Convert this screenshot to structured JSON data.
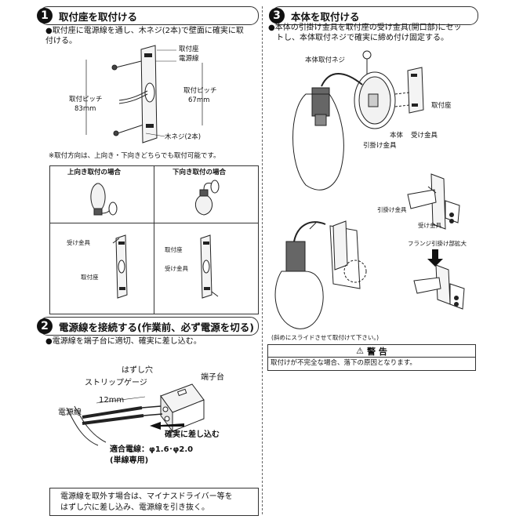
{
  "section1": {
    "number": "1",
    "title": "取付座を取付ける",
    "instruction": "●取付座に電源線を通し、木ネジ(2本)で壁面に確実に取付ける。",
    "labels": {
      "mount": "取付座",
      "power_wire": "電源線",
      "pitch_left": "取付ピッチ",
      "pitch_left_value": "83mm",
      "pitch_right": "取付ピッチ",
      "pitch_right_value": "67mm",
      "screws": "木ネジ(2本)"
    },
    "note": "※取付方向は、上向き・下向きどちらでも取付可能です。",
    "table": {
      "col_up": "上向き取付の場合",
      "col_down": "下向き取付の場合",
      "up_receiver": "受け金具",
      "up_mount": "取付座",
      "down_mount": "取付座",
      "down_receiver": "受け金具"
    }
  },
  "section2": {
    "number": "2",
    "title": "電源線を接続する(作業前、必ず電源を切る)",
    "instruction": "●電源線を端子台に適切、確実に差し込む。",
    "labels": {
      "release_hole": "はずし穴",
      "strip_gauge": "ストリップゲージ",
      "terminal": "端子台",
      "strip_length": "12mm",
      "power_wire": "電源線",
      "insert": "確実に差し込む",
      "wire_spec": "適合電線：φ1.6･φ2.0",
      "wire_spec_sub": "(単線専用)"
    },
    "note_line1": "電源線を取外す場合は、マイナスドライバー等を",
    "note_line2": "はずし穴に差し込み、電源線を引き抜く。"
  },
  "section3": {
    "number": "3",
    "title": "本体を取付ける",
    "instruction_line1": "●本体の引掛け金具を取付座の受け金具(開口部)にセッ",
    "instruction_line2": "トし、本体取付ネジで確実に締め付け固定する。",
    "labels": {
      "body_screw": "本体取付ネジ",
      "mount": "取付座",
      "body": "本体",
      "receiver": "受け金具",
      "hook": "引掛け金具",
      "hook2": "引掛け金具",
      "receiver2": "受け金具",
      "flange": "フランジ引掛け部拡大",
      "slide_note": "(斜めにスライドさせて取付けて下さい。)"
    },
    "warning_title": "警 告",
    "warning_text": "取付けが不完全な場合、落下の原因となります。"
  }
}
